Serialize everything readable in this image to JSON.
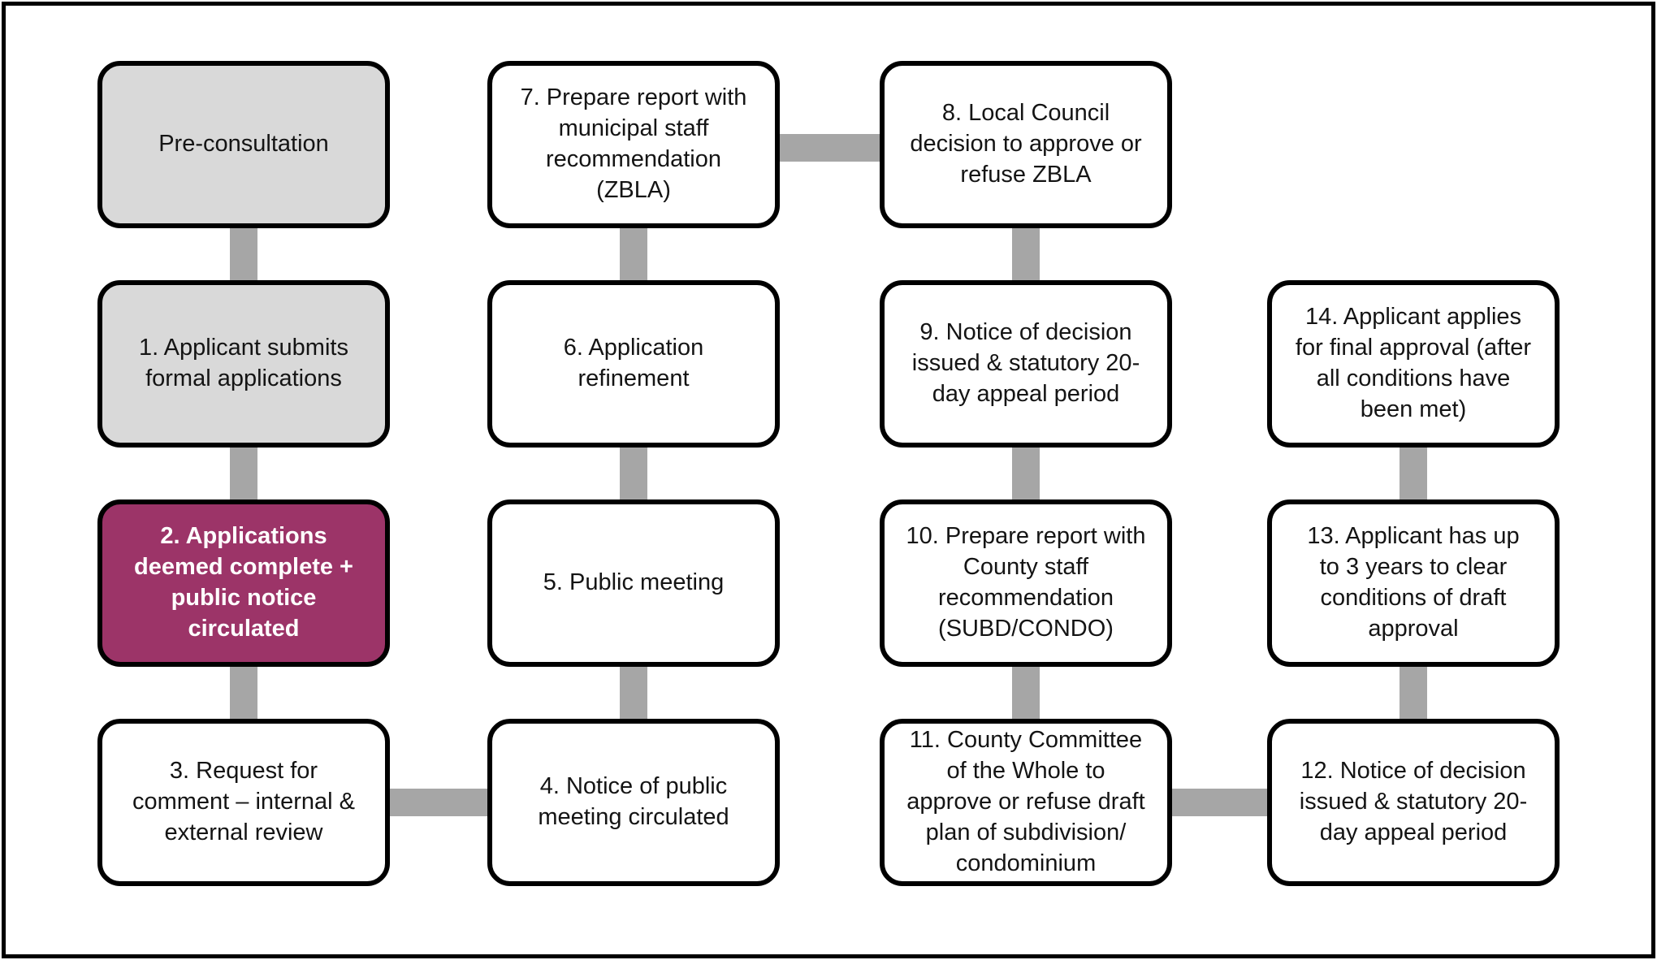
{
  "colors": {
    "highlight_box": "#9c3468",
    "gray_box": "#d9d9d9",
    "white_box": "#ffffff",
    "connector": "#a6a6a6",
    "box_border": "#000000",
    "frame_border": "#000000"
  },
  "flowchart": {
    "boxes": {
      "pre": {
        "label": "Pre-consultation"
      },
      "s1": {
        "label": "1. Applicant submits\nformal applications"
      },
      "s2": {
        "label": "2. Applications\ndeemed complete +\npublic notice\ncirculated"
      },
      "s3": {
        "label": "3. Request for\ncomment – internal &\nexternal review"
      },
      "s4": {
        "label": "4. Notice of public\nmeeting circulated"
      },
      "s5": {
        "label": "5. Public meeting"
      },
      "s6": {
        "label": "6. Application\nrefinement"
      },
      "s7": {
        "label": "7. Prepare report with\nmunicipal staff\nrecommendation\n(ZBLA)"
      },
      "s8": {
        "label": "8. Local Council\ndecision to approve or\nrefuse ZBLA"
      },
      "s9": {
        "label": "9. Notice of decision\nissued & statutory 20-\nday appeal period"
      },
      "s10": {
        "label": "10. Prepare report with\nCounty staff\nrecommendation\n(SUBD/CONDO)"
      },
      "s11": {
        "label": "11. County Committee\nof the Whole to\napprove or refuse draft\nplan of subdivision/\ncondominium"
      },
      "s12": {
        "label": "12. Notice of decision\nissued & statutory 20-\nday appeal period"
      },
      "s13": {
        "label": "13. Applicant has up\nto 3 years to clear\nconditions of draft\napproval"
      },
      "s14": {
        "label": "14. Applicant applies\nfor final approval (after\nall conditions have\nbeen met)"
      }
    }
  }
}
